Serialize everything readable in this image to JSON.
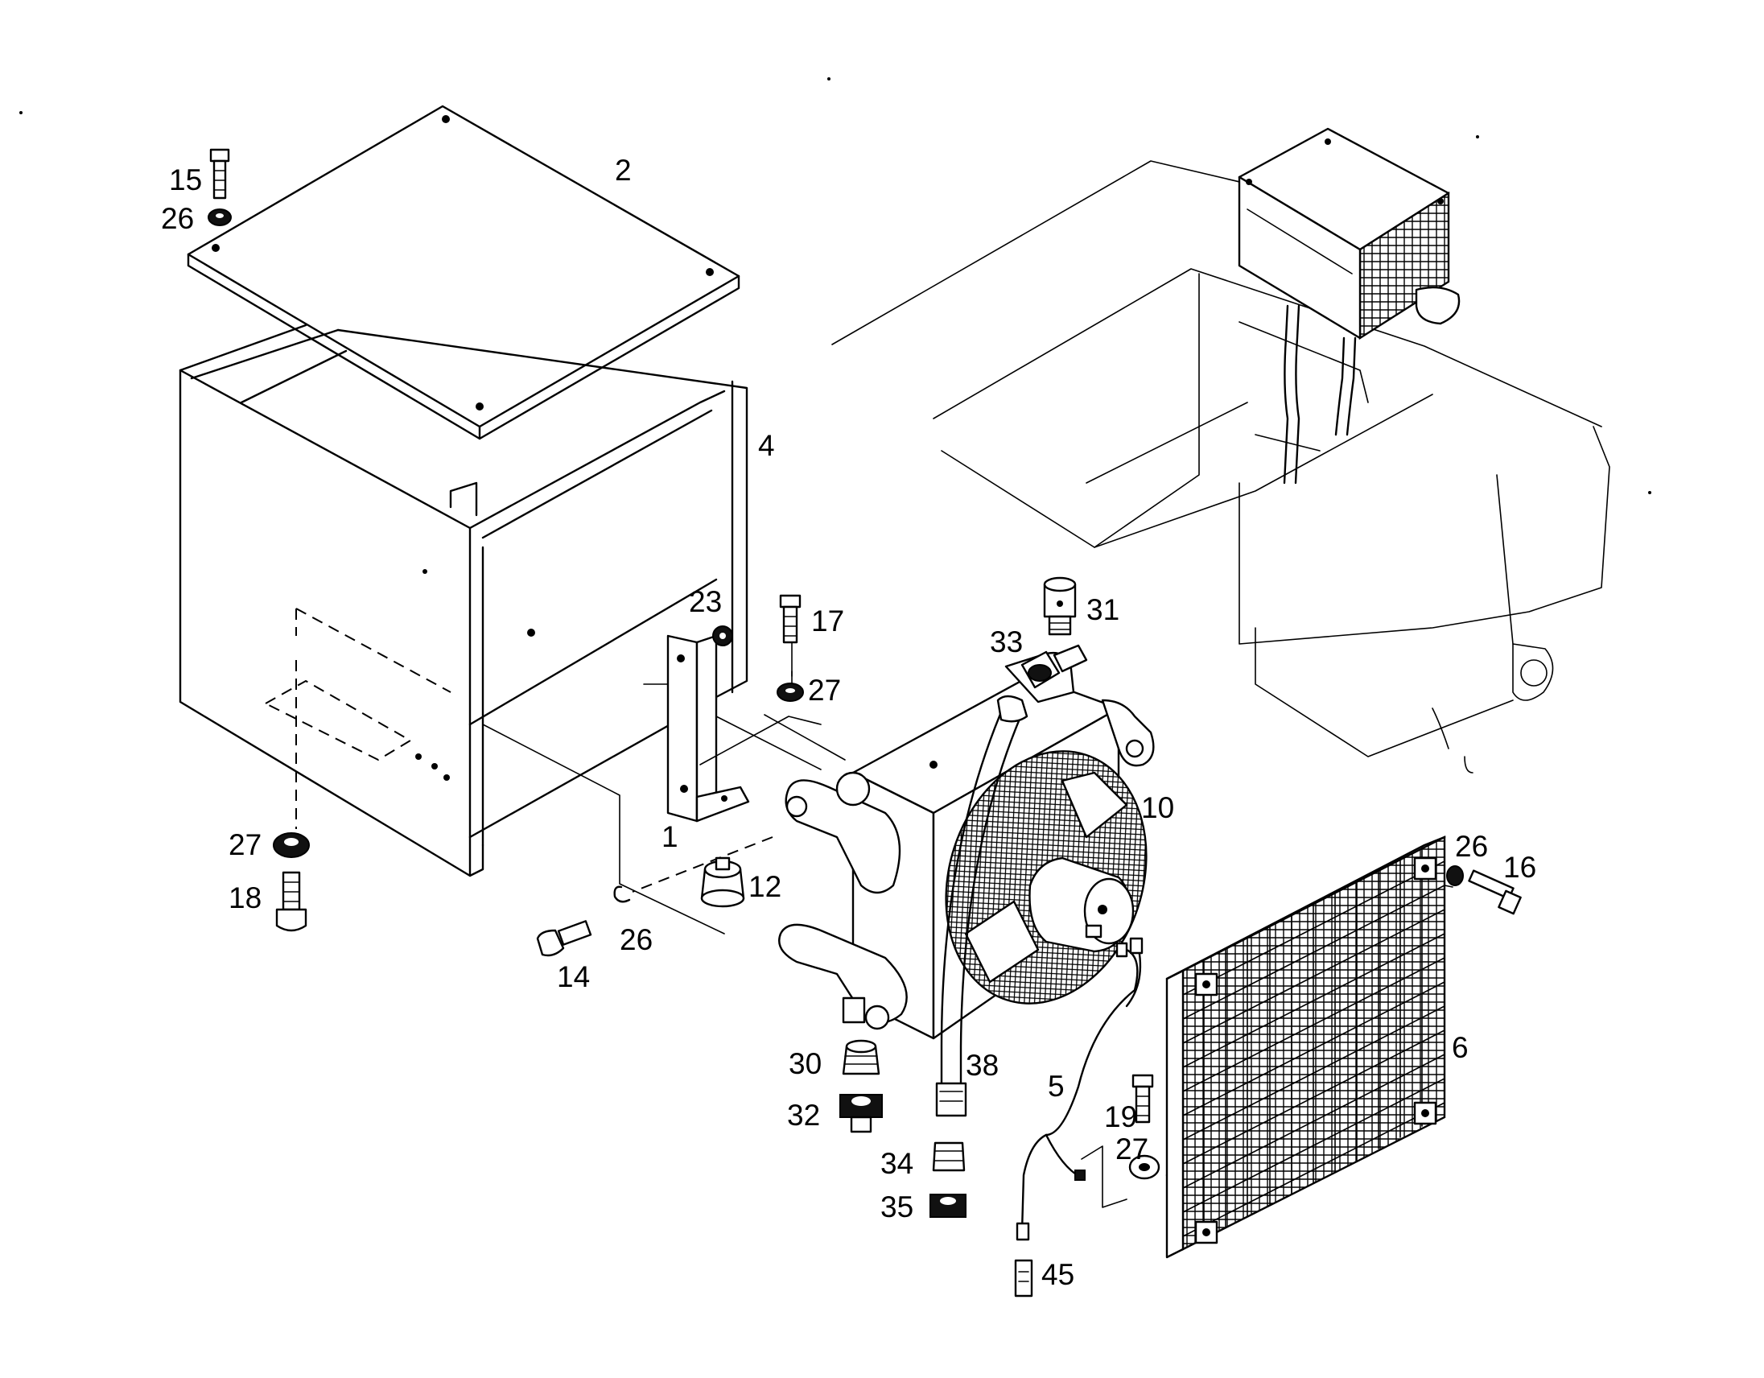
{
  "labels": {
    "l1": "1",
    "l2": "2",
    "l4": "4",
    "l5": "5",
    "l6": "6",
    "l10": "10",
    "l12": "12",
    "l14": "14",
    "l15": "15",
    "l16": "16",
    "l17": "17",
    "l18": "18",
    "l19": "19",
    "l23": "23",
    "l26a": "26",
    "l26b": "26",
    "l26c": "26",
    "l27a": "27",
    "l27b": "27",
    "l27c": "27",
    "l30": "30",
    "l31": "31",
    "l32": "32",
    "l33": "33",
    "l34": "34",
    "l35": "35",
    "l38": "38",
    "l45": "45"
  }
}
